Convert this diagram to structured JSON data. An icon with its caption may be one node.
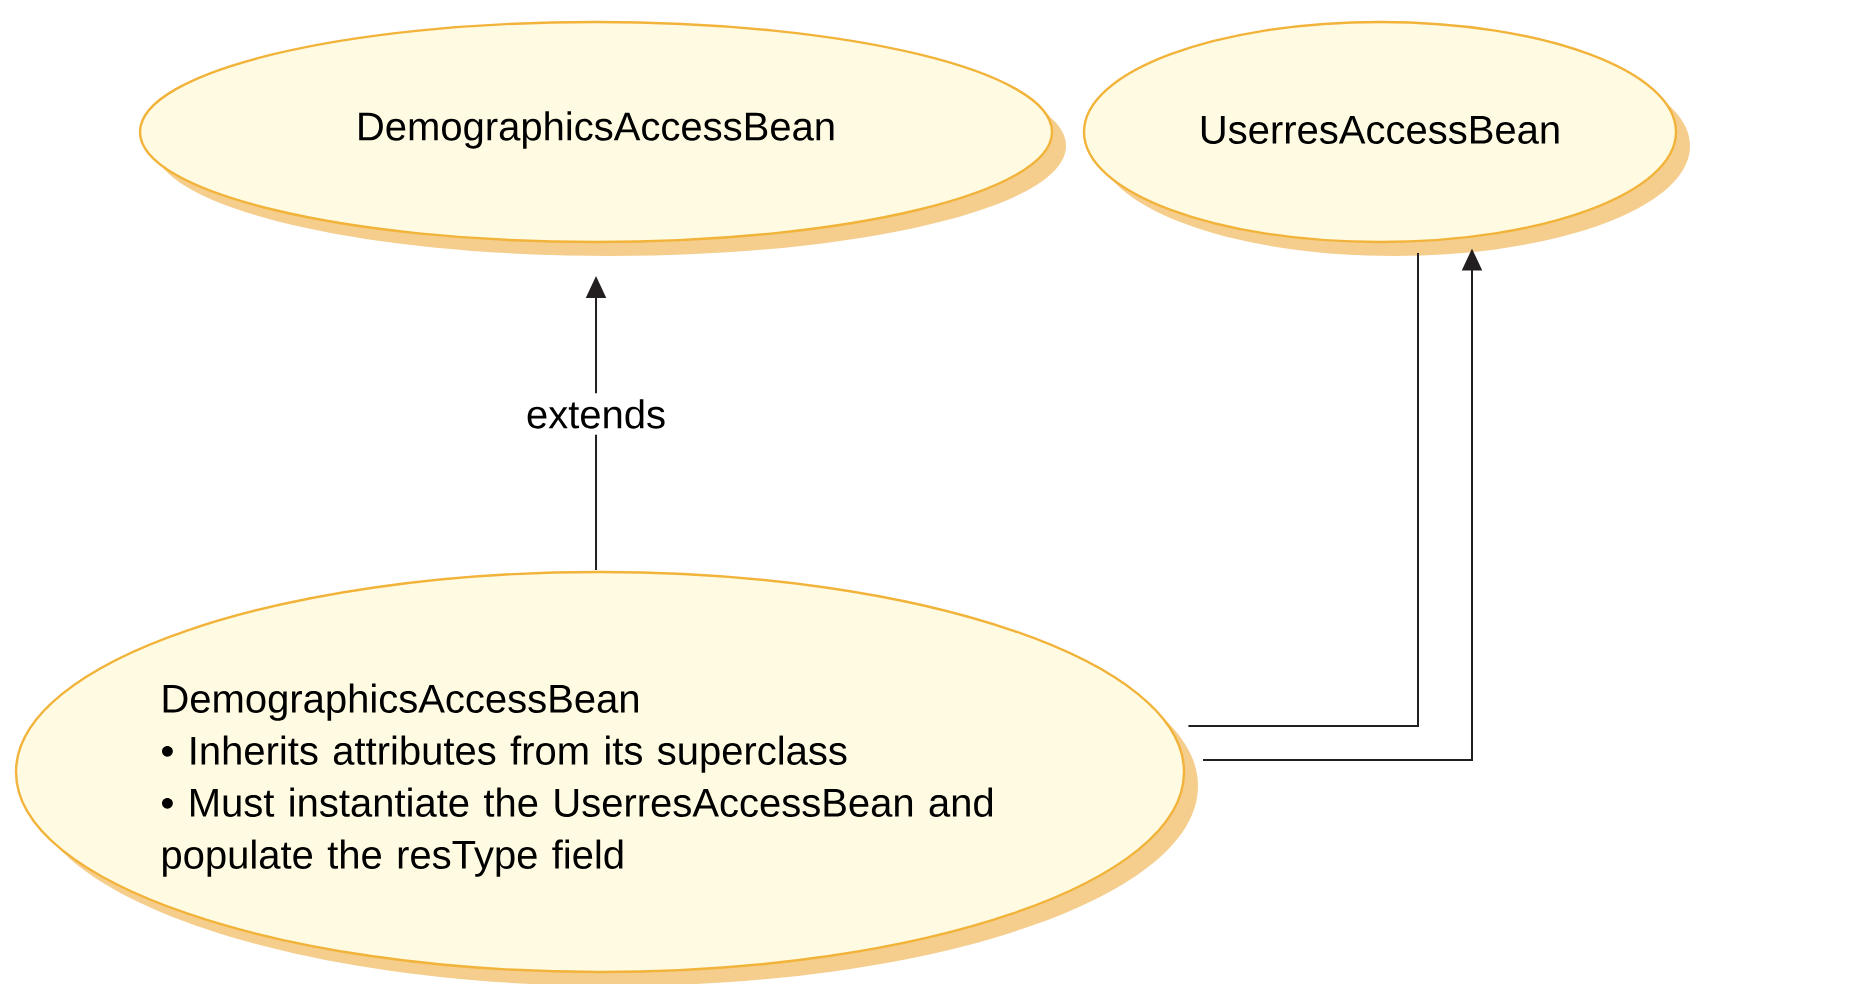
{
  "diagram": {
    "nodes": [
      {
        "text": [
          "DemographicsAccessBean"
        ]
      },
      {
        "text": [
          "UserresAccessBean"
        ]
      },
      {
        "text": [
          "DemographicsAccessBean",
          "• Inherits attributes from its superclass",
          "• Must instantiate the UserresAccessBean and populate the resType field"
        ]
      }
    ],
    "edges": [
      {
        "from": 2,
        "to": 0,
        "arrow": "to",
        "label": "extends"
      },
      {
        "from": 2,
        "to": 1,
        "arrow": "none"
      },
      {
        "from": 2,
        "to": 1,
        "arrow": "to"
      }
    ]
  }
}
